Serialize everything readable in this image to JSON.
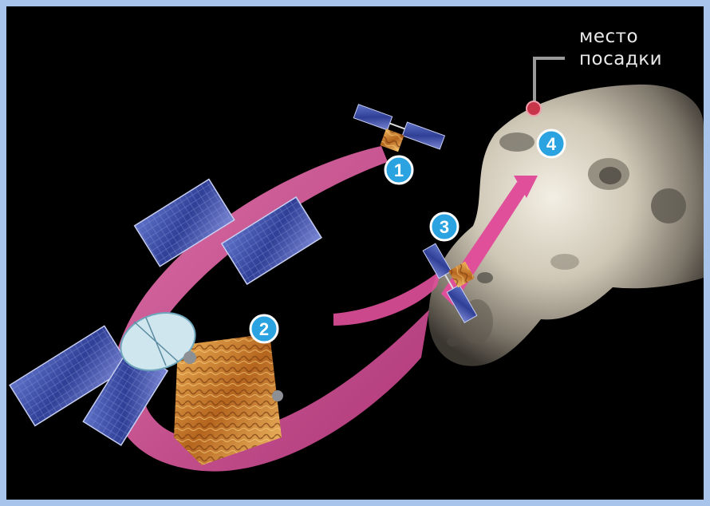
{
  "landing_site": {
    "line1": "место",
    "line2": "посадки"
  },
  "steps": [
    {
      "number": "1"
    },
    {
      "number": "2"
    },
    {
      "number": "3"
    },
    {
      "number": "4"
    }
  ],
  "colors": {
    "border": "#a9c4ea",
    "background": "#000000",
    "trajectory": "#e0509a",
    "badge": "#2aa3e0",
    "marker": "#c8344a"
  }
}
